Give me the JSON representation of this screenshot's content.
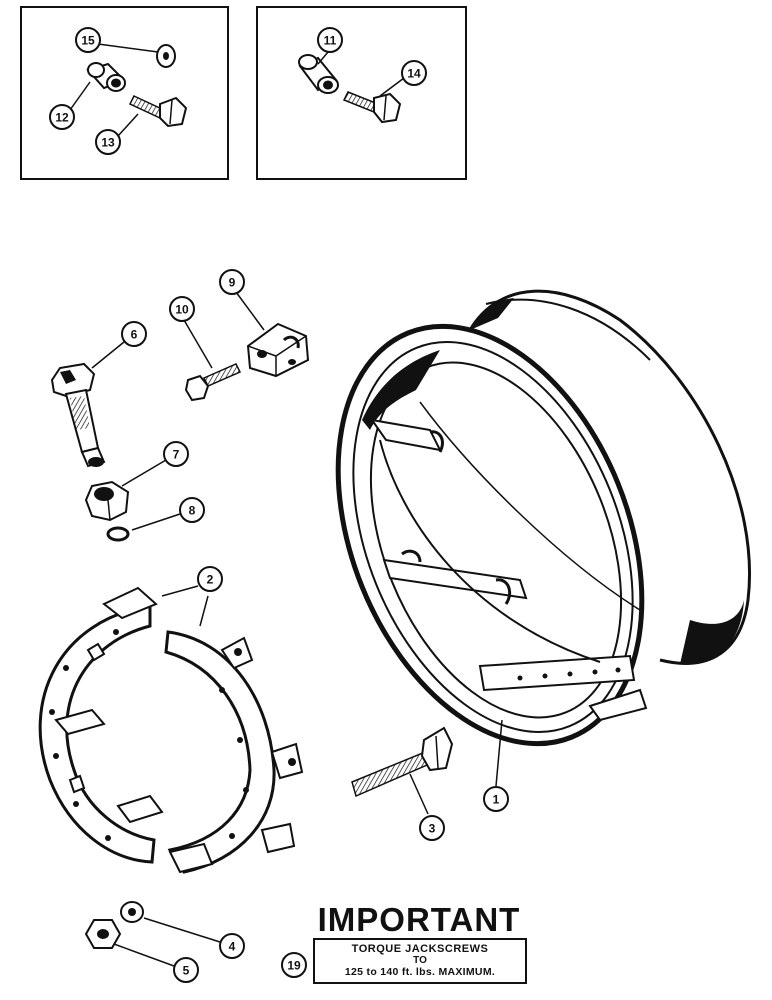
{
  "callouts": {
    "c1": "1",
    "c2": "2",
    "c3": "3",
    "c4": "4",
    "c5": "5",
    "c6": "6",
    "c7": "7",
    "c8": "8",
    "c9": "9",
    "c10": "10",
    "c11": "11",
    "c12": "12",
    "c13": "13",
    "c14": "14",
    "c15": "15",
    "c19": "19"
  },
  "notice": {
    "title": "IMPORTANT",
    "line1": "TORQUE JACKSCREWS",
    "line2": "TO",
    "line3": "125 to 140 ft. lbs. MAXIMUM."
  }
}
